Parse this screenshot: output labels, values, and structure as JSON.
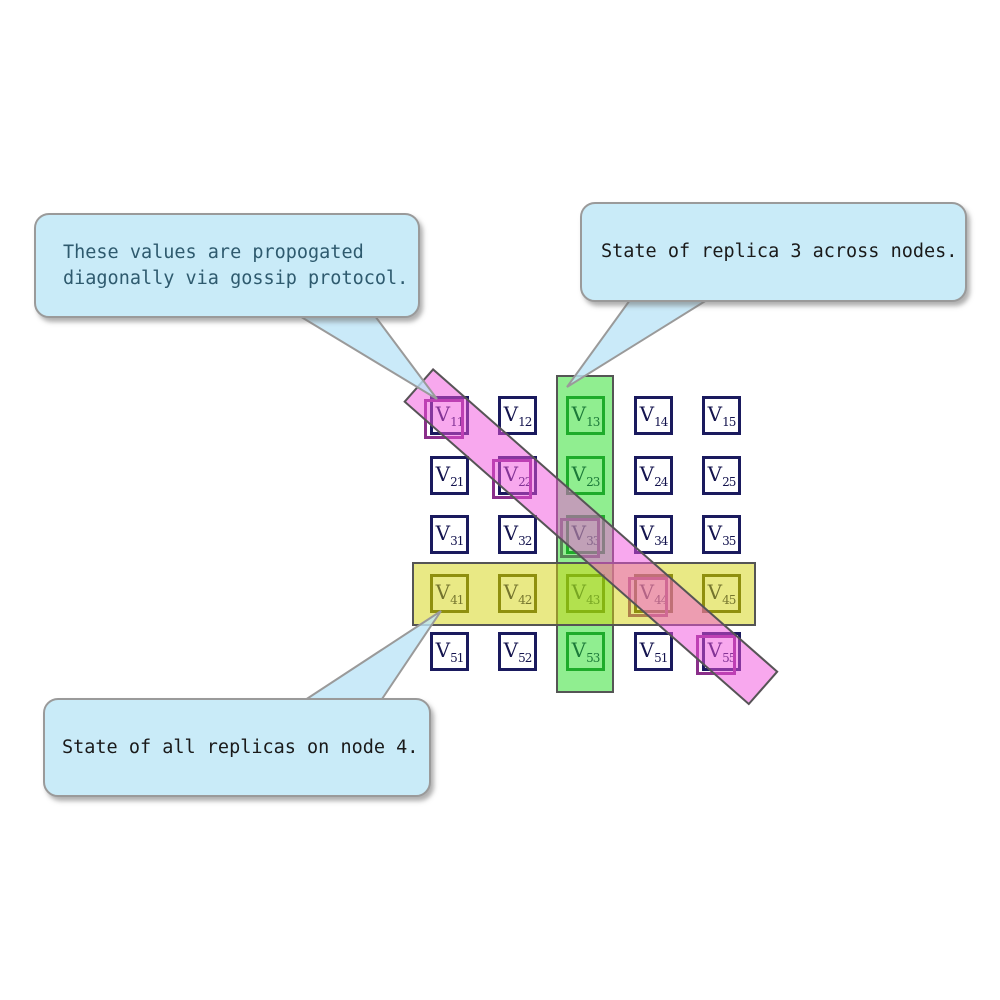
{
  "canvas": {
    "background": "#ffffff"
  },
  "callouts": {
    "diagonal": {
      "lines": [
        "These values are propogated",
        "diagonally via gossip protocol."
      ],
      "text_color": "#2e5a6e"
    },
    "column": {
      "text": "State of replica 3 across nodes.",
      "text_color": "#1a1a1a"
    },
    "row": {
      "text": "State of all replicas on node 4.",
      "text_color": "#1a1a1a"
    }
  },
  "callout_style": {
    "fill": "#c9ebf8",
    "border": "#9a9a9a"
  },
  "matrix": {
    "symbol": "V",
    "rows": 5,
    "cols": 5,
    "default_cell_border": "#1a1a5e",
    "cells": [
      {
        "sub": "11",
        "row": 1,
        "col": 1,
        "highlights": [
          "diagonal"
        ]
      },
      {
        "sub": "12",
        "row": 1,
        "col": 2,
        "highlights": []
      },
      {
        "sub": "13",
        "row": 1,
        "col": 3,
        "highlights": [
          "column"
        ]
      },
      {
        "sub": "14",
        "row": 1,
        "col": 4,
        "highlights": []
      },
      {
        "sub": "15",
        "row": 1,
        "col": 5,
        "highlights": []
      },
      {
        "sub": "21",
        "row": 2,
        "col": 1,
        "highlights": []
      },
      {
        "sub": "22",
        "row": 2,
        "col": 2,
        "highlights": [
          "diagonal"
        ]
      },
      {
        "sub": "23",
        "row": 2,
        "col": 3,
        "highlights": [
          "column"
        ]
      },
      {
        "sub": "24",
        "row": 2,
        "col": 4,
        "highlights": []
      },
      {
        "sub": "25",
        "row": 2,
        "col": 5,
        "highlights": []
      },
      {
        "sub": "31",
        "row": 3,
        "col": 1,
        "highlights": []
      },
      {
        "sub": "32",
        "row": 3,
        "col": 2,
        "highlights": []
      },
      {
        "sub": "33",
        "row": 3,
        "col": 3,
        "highlights": [
          "column",
          "diagonal"
        ]
      },
      {
        "sub": "34",
        "row": 3,
        "col": 4,
        "highlights": []
      },
      {
        "sub": "35",
        "row": 3,
        "col": 5,
        "highlights": []
      },
      {
        "sub": "41",
        "row": 4,
        "col": 1,
        "highlights": [
          "row"
        ]
      },
      {
        "sub": "42",
        "row": 4,
        "col": 2,
        "highlights": [
          "row"
        ]
      },
      {
        "sub": "43",
        "row": 4,
        "col": 3,
        "highlights": [
          "row",
          "column"
        ]
      },
      {
        "sub": "44",
        "row": 4,
        "col": 4,
        "highlights": [
          "row",
          "diagonal"
        ]
      },
      {
        "sub": "45",
        "row": 4,
        "col": 5,
        "highlights": [
          "row"
        ]
      },
      {
        "sub": "51",
        "row": 5,
        "col": 1,
        "highlights": []
      },
      {
        "sub": "52",
        "row": 5,
        "col": 2,
        "highlights": []
      },
      {
        "sub": "53",
        "row": 5,
        "col": 3,
        "highlights": [
          "column"
        ]
      },
      {
        "sub": "51",
        "row": 5,
        "col": 4,
        "highlights": []
      },
      {
        "sub": "55",
        "row": 5,
        "col": 5,
        "highlights": [
          "diagonal"
        ]
      }
    ]
  },
  "highlights": {
    "column": {
      "meaning": "replica 3 across nodes",
      "fill_hex": "#21dd21",
      "fill_alpha": 0.5,
      "band_border": "#555555",
      "cell_border": "#1a7a33"
    },
    "row": {
      "meaning": "all replicas on node 4",
      "fill_hex": "#d3d30b",
      "fill_alpha": 0.5,
      "band_border": "#555555",
      "cell_border": "#4a4a10"
    },
    "diagonal": {
      "meaning": "values propogated diagonally via gossip protocol",
      "fill_hex": "#f151dd",
      "fill_alpha": 0.5,
      "band_border": "#555555",
      "cell_border": "#8a2f8a"
    }
  },
  "tail_style": {
    "fill": "#bde5f7",
    "stroke": "#9a9a9a"
  }
}
